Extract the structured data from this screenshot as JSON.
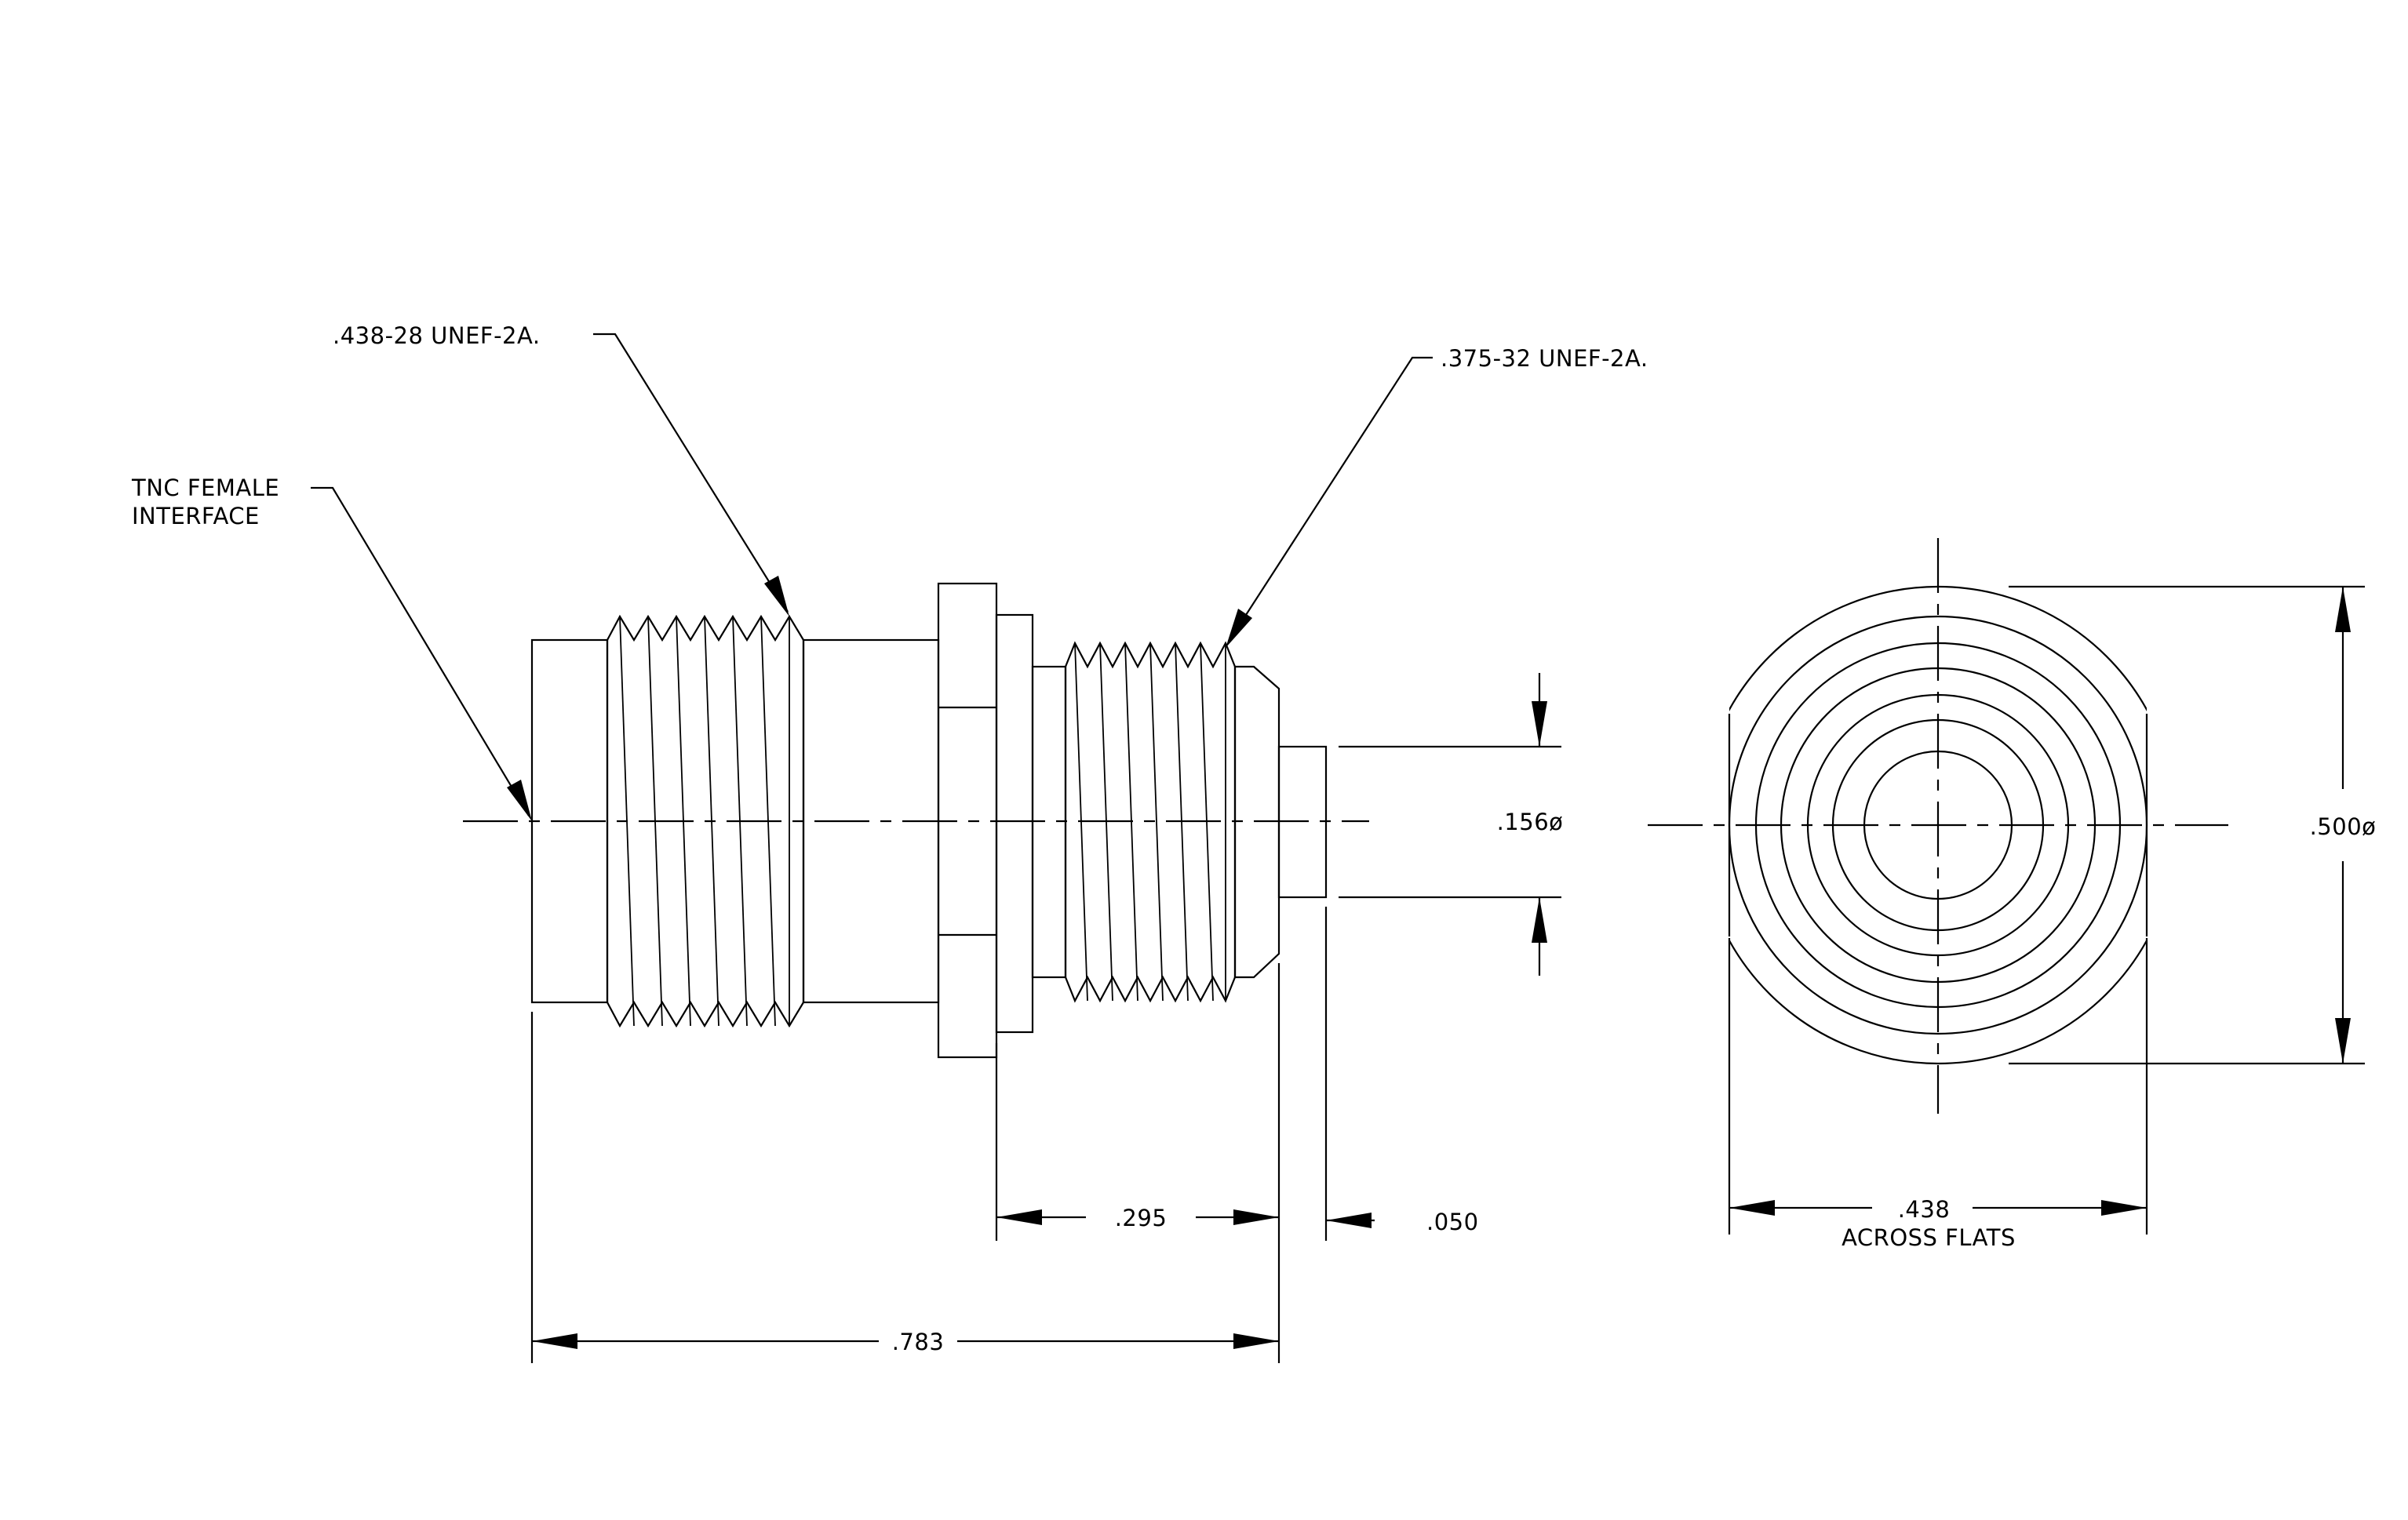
{
  "callouts": {
    "thread_large": ".438-28 UNEF-2A.",
    "thread_small": ".375-32 UNEF-2A.",
    "interface_line1": "TNC FEMALE",
    "interface_line2": "INTERFACE"
  },
  "dimensions": {
    "overall_length": ".783",
    "thread_length": ".295",
    "pin_length": ".050",
    "pin_diameter": ".156ø",
    "body_diameter": ".500ø",
    "across_flats_value": ".438",
    "across_flats_text": "ACROSS FLATS"
  },
  "colors": {
    "ink": "#000000",
    "paper": "#ffffff"
  }
}
